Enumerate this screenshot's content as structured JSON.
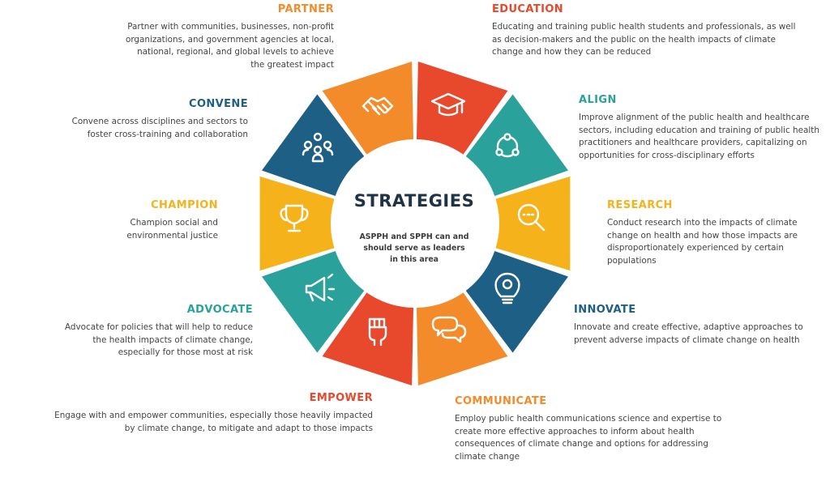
{
  "center": {
    "title": "STRATEGIES",
    "subtitle": "ASPPH and SPPH can and should serve as leaders in this area"
  },
  "colors": {
    "orange": "#f38b2a",
    "red": "#e8482c",
    "teal": "#2aa19a",
    "yellow": "#f5b21b",
    "navy": "#1e5f86",
    "center_text": "#1f3347"
  },
  "strategies": [
    {
      "key": "partner",
      "title": "PARTNER",
      "icon": "handshake-icon",
      "color": "#f38b2a",
      "description": "Partner with communities, businesses, non-profit organizations, and government agencies at local, national, regional, and global levels to achieve the greatest impact"
    },
    {
      "key": "education",
      "title": "EDUCATION",
      "icon": "graduation-cap-icon",
      "color": "#e8482c",
      "description": "Educating and training public health students and professionals, as well as decision-makers and the public on the health impacts of climate change and how they can be reduced"
    },
    {
      "key": "align",
      "title": "ALIGN",
      "icon": "connected-nodes-icon",
      "color": "#2aa19a",
      "description": "Improve alignment of the public health and healthcare sectors, including education and training of public health practitioners and healthcare providers, capitalizing on opportunities for cross-disciplinary efforts"
    },
    {
      "key": "research",
      "title": "RESEARCH",
      "icon": "magnifier-icon",
      "color": "#f5b21b",
      "description": "Conduct research into the impacts of climate change on health and how those impacts are disproportionately experienced by certain populations"
    },
    {
      "key": "innovate",
      "title": "INNOVATE",
      "icon": "lightbulb-gear-icon",
      "color": "#1e5f86",
      "description": "Innovate and create effective, adaptive approaches to prevent adverse impacts of climate change on health"
    },
    {
      "key": "communicate",
      "title": "COMMUNICATE",
      "icon": "speech-bubbles-icon",
      "color": "#f38b2a",
      "description": "Employ public health communications science and expertise to create more effective approaches to inform about health consequences of climate change and options for addressing climate change"
    },
    {
      "key": "empower",
      "title": "EMPOWER",
      "icon": "raised-fist-icon",
      "color": "#e8482c",
      "description": "Engage with and empower communities, especially those heavily impacted by climate change, to mitigate and adapt to those impacts"
    },
    {
      "key": "advocate",
      "title": "ADVOCATE",
      "icon": "megaphone-icon",
      "color": "#2aa19a",
      "description": "Advocate for policies that will help to reduce the health impacts of climate change, especially for those most at risk"
    },
    {
      "key": "champion",
      "title": "CHAMPION",
      "icon": "trophy-icon",
      "color": "#f5b21b",
      "description": "Champion social and environmental justice"
    },
    {
      "key": "convene",
      "title": "CONVENE",
      "icon": "group-people-icon",
      "color": "#1e5f86",
      "description": "Convene across disciplines and sectors to foster cross-training and collaboration"
    }
  ]
}
